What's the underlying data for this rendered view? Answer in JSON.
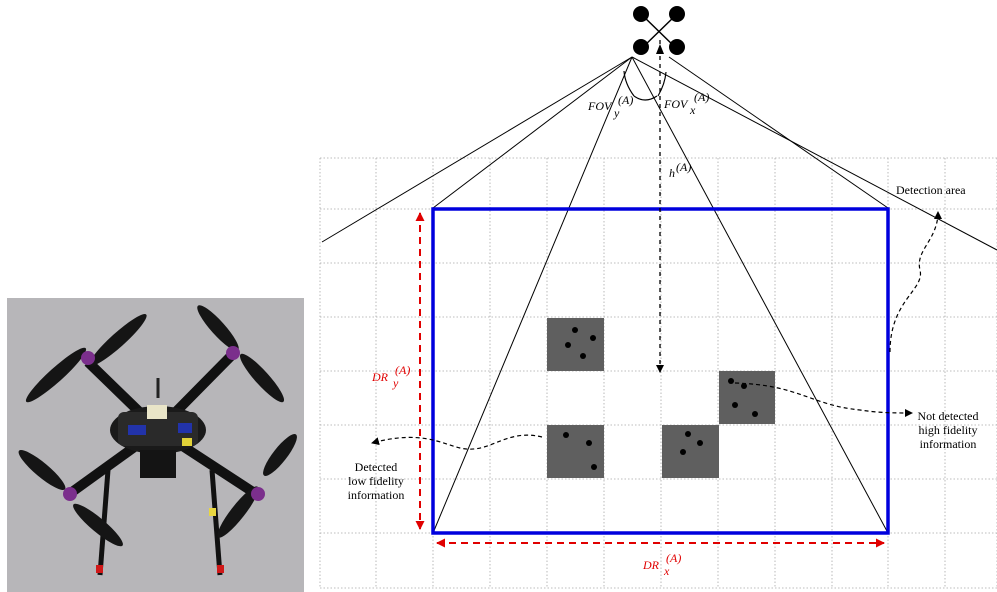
{
  "photo": {
    "subject": "quadcopter-photo",
    "background_color": "#b7b6b9",
    "arm_color": "#111111",
    "accent_color": "#7b2f8c"
  },
  "diagram": {
    "drone_icon": "quadcopter-icon",
    "labels": {
      "fov_y_main": "FOV",
      "fov_y_sub": "y",
      "fov_y_sup": "(A)",
      "fov_x_main": "FOV",
      "fov_x_sub": "x",
      "fov_x_sup": "(A)",
      "height_main": "h",
      "height_sup": "(A)",
      "detection_area": "Detection area",
      "dr_y_main": "DR",
      "dr_y_sub": "y",
      "dr_y_sup": "(A)",
      "dr_x_main": "DR",
      "dr_x_sub": "x",
      "dr_x_sup": "(A)",
      "not_detected": [
        "Not detected",
        "high fidelity",
        "information"
      ],
      "detected": [
        "Detected",
        "low fidelity",
        "information"
      ]
    },
    "colors": {
      "detection_border": "#0000dd",
      "range_arrow": "#e00000",
      "grid": "#a8a8a8",
      "target_cell": "#5f5f5f",
      "target_dot": "#000000"
    }
  }
}
